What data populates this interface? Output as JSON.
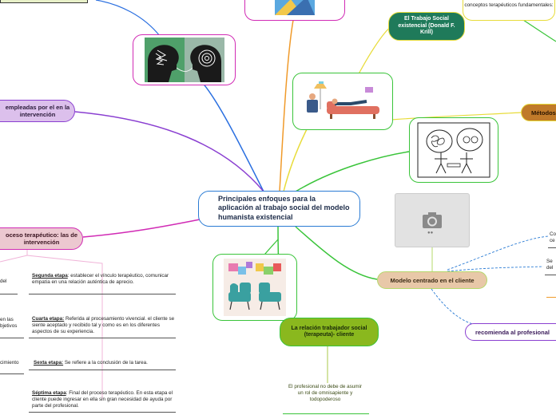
{
  "central": {
    "title": "Principales enfoques para la aplicación al trabajo social del modelo humanista existencial"
  },
  "topics": {
    "techniques": "empleadas por el en la intervención",
    "process": "oceso terapéutico: las de intervención",
    "krill": "El Trabajo Social existencial (Donald F. Krill)",
    "methods": "Métodos",
    "client_centered": "Modelo centrado en el cliente",
    "relationship": "La relación trabajador social (terapeuta)- cliente",
    "recommends": "recomienda al profesional"
  },
  "notes": {
    "concepts": "conceptos terapéuticos fundamentales:",
    "relationship_note": "El profesional no debe de asumir un rol de omnisapiente y todopoderoso",
    "right_1a": "Co",
    "right_1b": "ce",
    "right_2a": "Se",
    "right_2b": "del"
  },
  "stages": [
    {
      "label": "Segunda etapa",
      "text": ": establecer el vínculo terapéutico, comunicar empatía en una relación auténtica de aprecio."
    },
    {
      "label": "Cuarta etapa:",
      "text": " Referida al procesamiento vivencial. el cliente se siente aceptado y recibido tal y como es en los diferentes aspectos de su experiencia."
    },
    {
      "label": "Sexta etapa:",
      "text": " Se refiere a la conclusión de la tarea."
    },
    {
      "label": "Séptima etapa",
      "text": ": Final del proceso terapéutico. En esta etapa el cliente puede ingresar en ella sin gran necesidad de ayuda por parte del profesional."
    }
  ],
  "left_fragments": {
    "f1": "del",
    "f2a": "en las",
    "f2b": "bjetivos",
    "f3": "cimiento"
  },
  "colors": {
    "central_border": "#2a7bd4",
    "purple": "#8a3fd1",
    "magenta": "#d12bb5",
    "orange": "#f09a2a",
    "yellow": "#e8dc3a",
    "green": "#3ac43a",
    "teal": "#1f7a5a",
    "olive": "#8ab81e"
  }
}
